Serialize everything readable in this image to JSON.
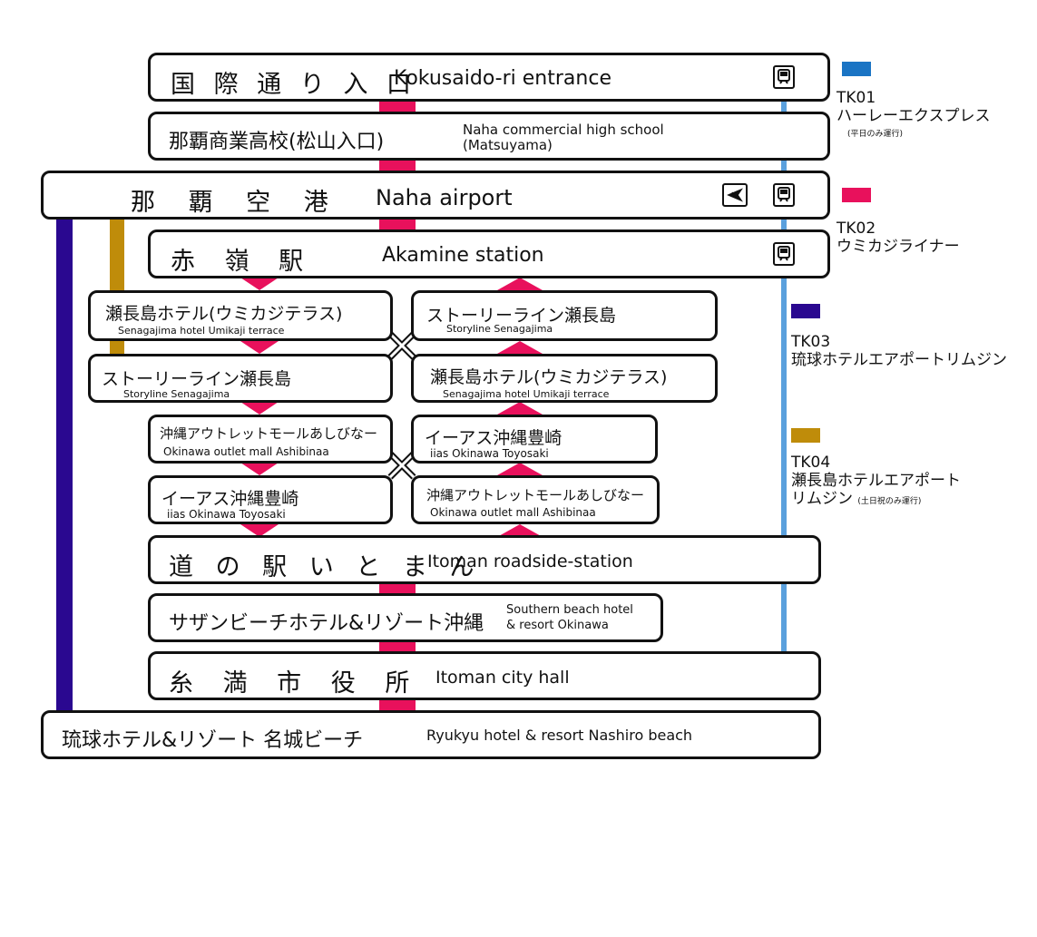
{
  "colors": {
    "tk01": "#1a74c4",
    "tk02": "#e8115c",
    "tk03": "#2a0890",
    "tk04": "#bf8c0a",
    "tk01_line": "#5aa0dd"
  },
  "stops": {
    "kokusaidori": {
      "jp": "国 際 通 り 入 口",
      "en": "Kokusaido-ri entrance"
    },
    "naha_commercial": {
      "jp": "那覇商業高校(松山入口)",
      "en1": "Naha commercial high school",
      "en2": "(Matsuyama)"
    },
    "naha_airport": {
      "jp": "那 覇 空 港",
      "en": "Naha airport"
    },
    "akamine": {
      "jp": "赤 嶺 駅",
      "en": "Akamine station"
    },
    "senaga_hotel_a": {
      "jp": "瀬長島ホテル(ウミカジテラス)",
      "en": "Senagajima hotel  Umikaji terrace"
    },
    "storyline_a": {
      "jp": "ストーリーライン瀬長島",
      "en": "Storyline Senagajima"
    },
    "storyline_b": {
      "jp": "ストーリーライン瀬長島",
      "en": "Storyline Senagajima"
    },
    "senaga_hotel_b": {
      "jp": "瀬長島ホテル(ウミカジテラス)",
      "en": "Senagajima hotel  Umikaji terrace"
    },
    "outlet_a": {
      "jp": "沖縄アウトレットモールあしびなー",
      "en": "Okinawa outlet mall  Ashibinaa"
    },
    "iias_a": {
      "jp": "イーアス沖縄豊崎",
      "en": "iias Okinawa Toyosaki"
    },
    "iias_b": {
      "jp": "イーアス沖縄豊崎",
      "en": "iias Okinawa Toyosaki"
    },
    "outlet_b": {
      "jp": "沖縄アウトレットモールあしびなー",
      "en": "Okinawa outlet mall  Ashibinaa"
    },
    "itoman_roadside": {
      "jp": "道 の 駅 い と ま ん",
      "en": "Itoman roadside-station"
    },
    "southern_beach": {
      "jp": "サザンビーチホテル&リゾート沖縄",
      "en1": "Southern beach hotel",
      "en2": "& resort Okinawa"
    },
    "itoman_city": {
      "jp": "糸 満 市 役 所",
      "en": "Itoman city hall"
    },
    "ryukyu_hotel": {
      "jp": "琉球ホテル&リゾート 名城ビーチ",
      "en": "Ryukyu hotel & resort Nashiro beach"
    }
  },
  "legend": [
    {
      "code": "TK01",
      "name": "ハーレーエクスプレス",
      "note": "(平日のみ運行)"
    },
    {
      "code": "TK02",
      "name": "ウミカジライナー",
      "note": ""
    },
    {
      "code": "TK03",
      "name": "琉球ホテルエアポートリムジン",
      "note": ""
    },
    {
      "code": "TK04",
      "name": "瀬長島ホテルエアポート",
      "name2": "リムジン",
      "note": "(土日祝のみ運行)"
    }
  ],
  "icons": {
    "train": "train-icon",
    "plane": "airplane-icon"
  }
}
